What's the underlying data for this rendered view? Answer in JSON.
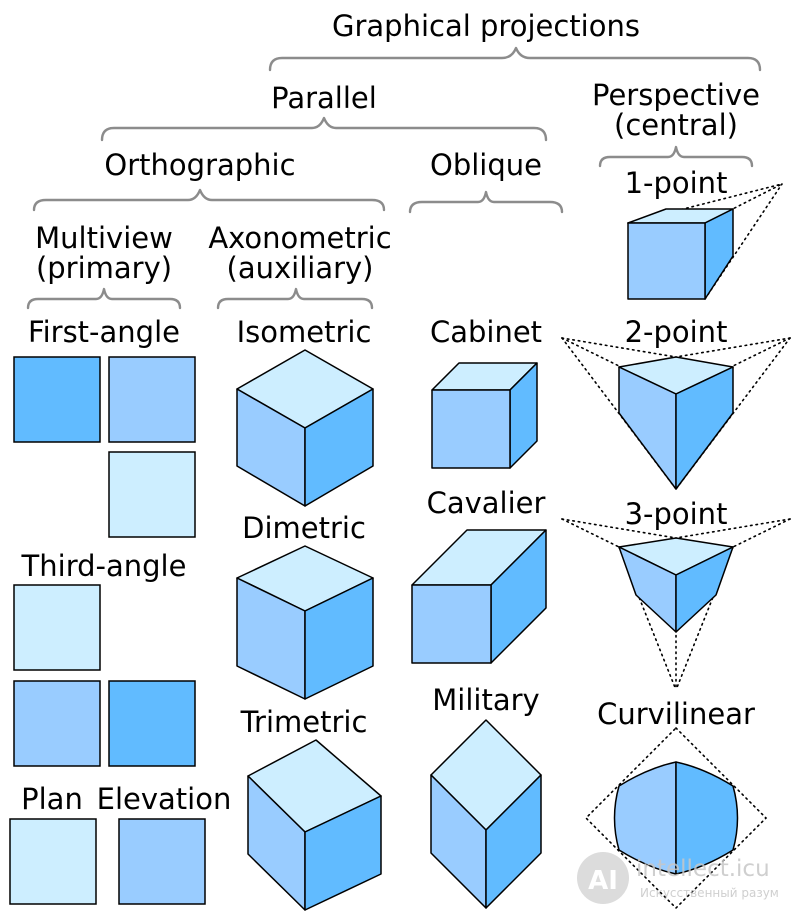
{
  "title": "Graphical projections",
  "colors": {
    "light": "#cdeeff",
    "medium": "#99ccff",
    "dark": "#61bbff",
    "brace": "#8c8c8c",
    "outline": "#000000"
  },
  "labels": {
    "parallel": "Parallel",
    "perspective_line1": "Perspective",
    "perspective_line2": "(central)",
    "orthographic": "Orthographic",
    "oblique": "Oblique",
    "multiview_line1": "Multiview",
    "multiview_line2": "(primary)",
    "axonometric_line1": "Axonometric",
    "axonometric_line2": "(auxiliary)",
    "first_angle": "First-angle",
    "third_angle": "Third-angle",
    "plan": "Plan",
    "elevation": "Elevation",
    "isometric": "Isometric",
    "dimetric": "Dimetric",
    "trimetric": "Trimetric",
    "cabinet": "Cabinet",
    "cavalier": "Cavalier",
    "military": "Military",
    "one_point": "1-point",
    "two_point": "2-point",
    "three_point": "3-point",
    "curvilinear": "Curvilinear"
  },
  "watermark": {
    "line1": "intellect.icu",
    "line2": "Искусственный разум"
  }
}
